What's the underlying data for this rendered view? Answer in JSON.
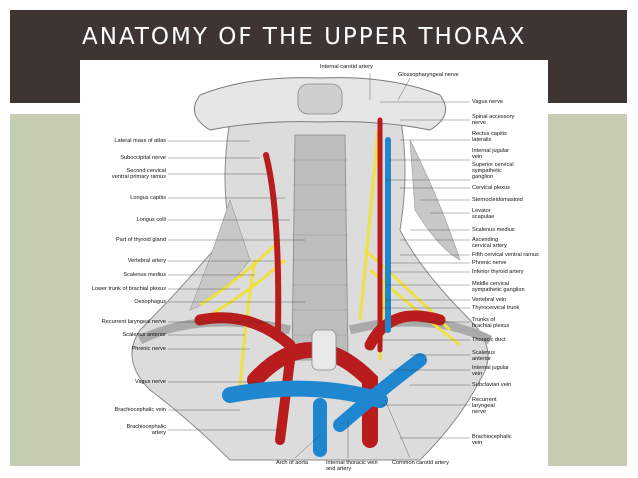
{
  "slide": {
    "title": "ANATOMY OF THE UPPER THORAX",
    "colors": {
      "title_band": "#3e3533",
      "side_panels": "#c5ceb2",
      "artery": "#b81c1c",
      "vein": "#1f86d0",
      "nerve": "#f0e040"
    }
  },
  "figure": {
    "top_labels": [
      "Internal carotid artery",
      "Glossopharyngeal nerve"
    ],
    "left_labels": [
      "Lateral mass of atlas",
      "Suboccipital nerve",
      "Second cervical\nventral primary ramus",
      "Longus capitis",
      "Longus colli",
      "Part of thyroid gland",
      "Vertebral artery",
      "Scalenus medius",
      "Lower trunk of brachial plexus",
      "Oesophagus",
      "Recurrent laryngeal nerve",
      "Scalenus anterior",
      "Phrenic nerve",
      "Vagus nerve",
      "Brachiocephalic vein",
      "Brachiocephalic\nartery"
    ],
    "right_labels": [
      "Vagus nerve",
      "Spinal accessory\nnerve",
      "Rectus capitis\nlateralis",
      "Internal jugular\nvein",
      "Superior cervical\nsympathetic\nganglion",
      "Cervical plexus",
      "Sternocleidomastoid",
      "Levator\nscapulae",
      "Scalenus medius",
      "Ascending\ncervical artery",
      "Fifth cervical ventral ramus",
      "Phrenic nerve",
      "Inferior thyroid artery",
      "Middle cervical\nsympathetic ganglion",
      "Vertebral vein",
      "Thyrocervical trunk",
      "Trunks of\nbrachial plexus",
      "Thoracic duct",
      "Scalenus\nanterior",
      "Internal jugular\nvein",
      "Subclavian vein",
      "Recurrent\nlaryngeal\nnerve",
      "Brachiocephalic\nvein"
    ],
    "bottom_labels": [
      "Arch of aorta",
      "Internal thoracic vein\nand artery",
      "Common carotid artery"
    ]
  }
}
